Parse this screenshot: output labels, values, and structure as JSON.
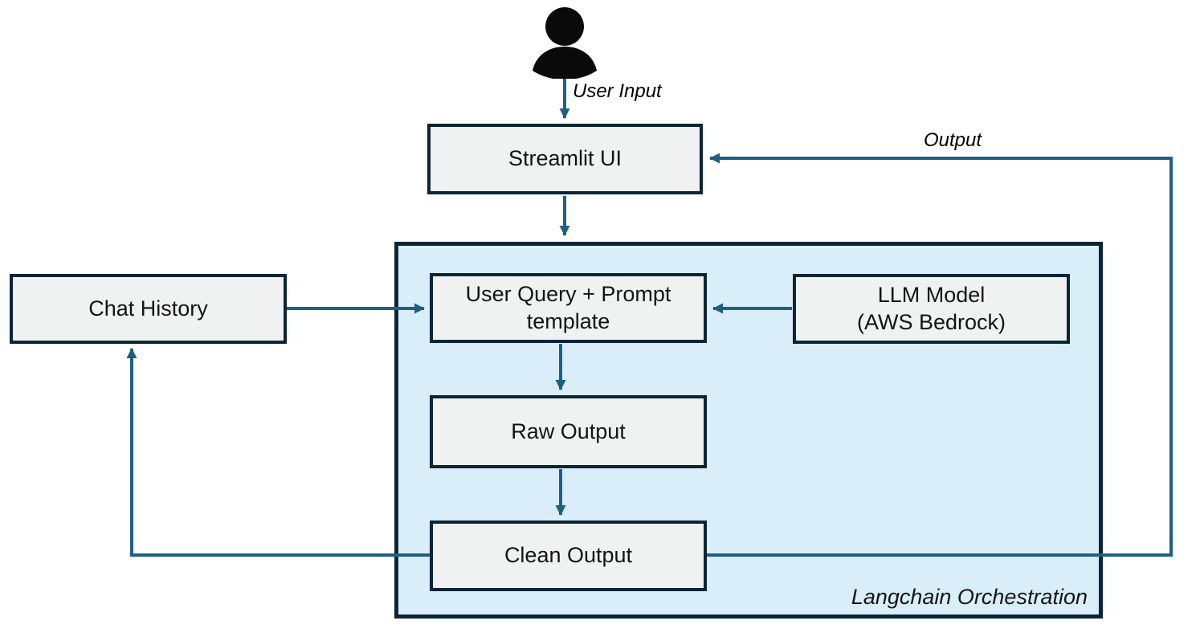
{
  "diagram": {
    "type": "flowchart",
    "colors": {
      "arrow": "#1f6082",
      "node_border": "#0a2537",
      "node_fill": "#f0f1f1",
      "container_fill": "#d9eef9",
      "container_border": "#0a2537",
      "person": "#0a0a0a",
      "text": "#141414"
    },
    "icons": {
      "user": "user-person-icon"
    },
    "nodes": {
      "streamlit_ui": {
        "label": "Streamlit UI"
      },
      "chat_history": {
        "label": "Chat History"
      },
      "user_query": {
        "label_line1": "User Query + Prompt",
        "label_line2": "template"
      },
      "llm_model": {
        "label_line1": "LLM Model",
        "label_line2": "(AWS Bedrock)"
      },
      "raw_output": {
        "label": "Raw Output"
      },
      "clean_output": {
        "label": "Clean Output"
      }
    },
    "container": {
      "label": "Langchain Orchestration"
    },
    "edge_labels": {
      "user_input": "User Input",
      "output": "Output"
    },
    "edges": [
      {
        "from": "user",
        "to": "streamlit_ui",
        "label": "User Input"
      },
      {
        "from": "streamlit_ui",
        "to": "langchain_orchestration",
        "label": ""
      },
      {
        "from": "chat_history",
        "to": "user_query",
        "label": ""
      },
      {
        "from": "llm_model",
        "to": "user_query",
        "label": ""
      },
      {
        "from": "user_query",
        "to": "raw_output",
        "label": ""
      },
      {
        "from": "raw_output",
        "to": "clean_output",
        "label": ""
      },
      {
        "from": "clean_output",
        "to": "chat_history",
        "label": ""
      },
      {
        "from": "clean_output",
        "to": "streamlit_ui",
        "label": "Output"
      }
    ]
  }
}
